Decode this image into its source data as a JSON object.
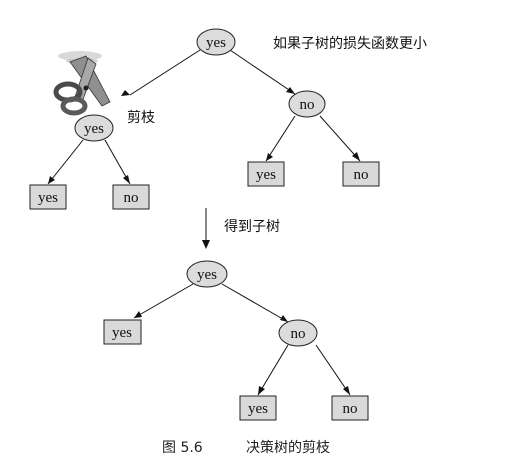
{
  "annotations": {
    "top_condition": "如果子树的损失函数更小",
    "prune_label": "剪枝",
    "result_label": "得到子树"
  },
  "caption": {
    "figure_number": "图 5.6",
    "title": "决策树的剪枝"
  },
  "tree_before": {
    "root": "yes",
    "left_child": "yes",
    "left_child_leaves": [
      "yes",
      "no"
    ],
    "right_child": "no",
    "right_child_leaves": [
      "yes",
      "no"
    ]
  },
  "tree_after": {
    "root": "yes",
    "left_leaf": "yes",
    "right_child": "no",
    "right_child_leaves": [
      "yes",
      "no"
    ]
  },
  "icons": {
    "prune_tool": "scissors-icon",
    "result_arrow": "arrow-down-icon"
  },
  "colors": {
    "node_fill": "#dcdcdc",
    "leaf_fill": "#d9d9d9",
    "stroke": "#222222"
  }
}
